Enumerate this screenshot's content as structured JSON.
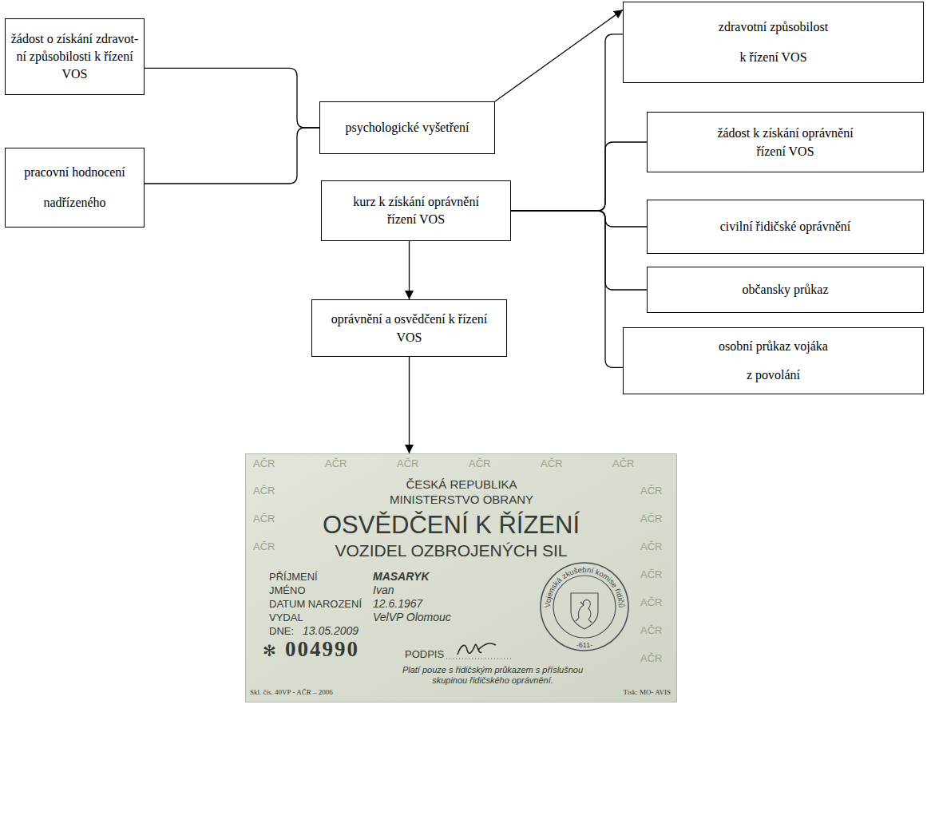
{
  "diagram": {
    "nodes": [
      {
        "text": [
          "žádost o získání zdravot- ní způsobilosti k řízení VOS"
        ]
      },
      {
        "text": [
          "pracovní hodnocení nadřízeného"
        ]
      },
      {
        "text": [
          "psychologické vyšetření"
        ]
      },
      {
        "text": [
          "zdravotní způsobilost k řízení VOS"
        ]
      },
      {
        "text": [
          "žádost k získání oprávnění řízení VOS"
        ]
      },
      {
        "text": [
          "kurz k získání oprávnění řízení VOS"
        ]
      },
      {
        "text": [
          "civilní řidičské oprávnění"
        ]
      },
      {
        "text": [
          "občansky průkaz"
        ]
      },
      {
        "text": [
          "osobní průkaz vojáka z povolání"
        ]
      },
      {
        "text": [
          "oprávnění a osvědčení k řízení VOS"
        ]
      },
      {
        "text": [
          "ČESKÁ REPUBLIKA",
          "MINISTERSTVO OBRANY",
          "OSVĚDČENÍ K ŘÍZENÍ",
          "VOZIDEL OZBROJENÝCH SIL",
          "PŘÍJMENÍ",
          "MASARYK",
          "JMÉNO",
          "Ivan",
          "DATUM NAROZENÍ",
          "12.6.1967",
          "VYDAL",
          "VelVP Olomouc",
          "DNE:",
          "13.05.2009",
          "✻",
          "004990",
          "PODPIS",
          "Platí pouze s řidičským průkazem s příslušnou skupinou řidičského oprávnění.",
          "Vojenská zkušební komise řidičů",
          "-611-",
          "Skl. čís. 40VP - AČR – 2006",
          "Tisk: MO- AVIS"
        ]
      }
    ],
    "edges": [
      {
        "from": 0,
        "to": 2,
        "arrow": "none"
      },
      {
        "from": 1,
        "to": 2,
        "arrow": "none"
      },
      {
        "from": 2,
        "to": 3,
        "arrow": "to"
      },
      {
        "from": 3,
        "to": 5,
        "arrow": "none"
      },
      {
        "from": 4,
        "to": 5,
        "arrow": "none"
      },
      {
        "from": 6,
        "to": 5,
        "arrow": "none"
      },
      {
        "from": 7,
        "to": 5,
        "arrow": "none"
      },
      {
        "from": 8,
        "to": 5,
        "arrow": "none"
      },
      {
        "from": 5,
        "to": 9,
        "arrow": "to"
      },
      {
        "from": 9,
        "to": 10,
        "arrow": "to"
      }
    ],
    "labels": [
      "AČR",
      "AČR",
      "AČR",
      "AČR",
      "AČR",
      "AČR",
      "AČR",
      "AČR",
      "AČR",
      "AČR",
      "AČR",
      "AČR",
      "AČR",
      "AČR",
      "AČR",
      "AČR"
    ]
  }
}
